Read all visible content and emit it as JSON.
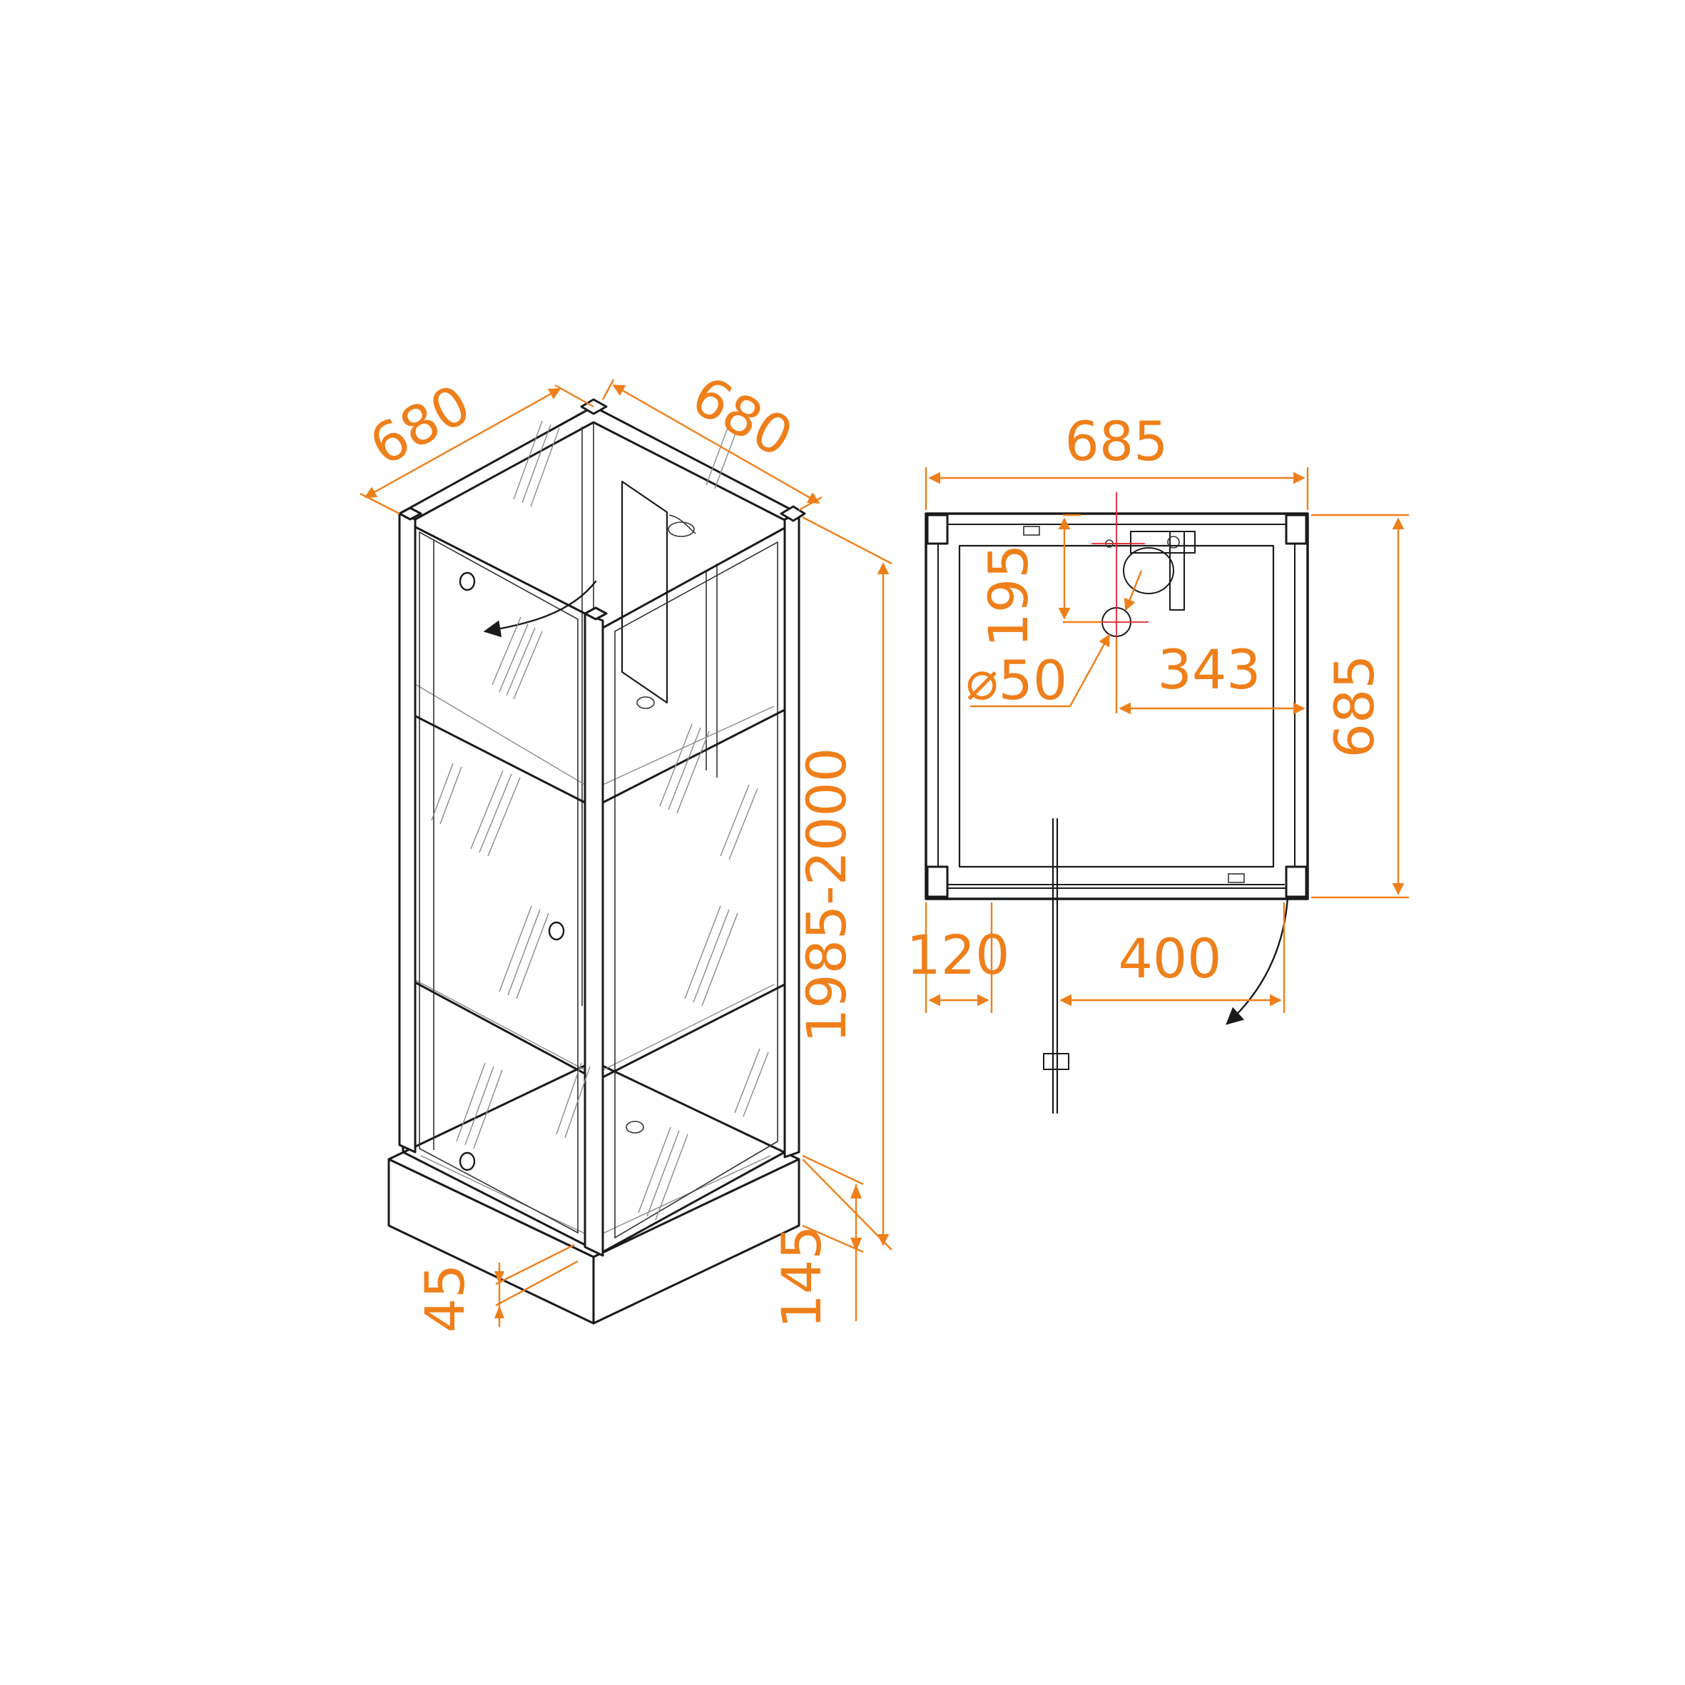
{
  "colors": {
    "dimension": "#ef7f1a",
    "outline": "#1a1a1a",
    "marker": "#e5242c"
  },
  "iso_view": {
    "width_left": "680",
    "width_right": "680",
    "height": "1985-2000",
    "tray_height": "145",
    "frame_offset": "45"
  },
  "plan_view": {
    "width": "685",
    "depth": "685",
    "drain_offset": "195",
    "drain_diameter": "⌀50",
    "drain_from_side": "343",
    "hinge_offset": "120",
    "door_opening": "400"
  }
}
